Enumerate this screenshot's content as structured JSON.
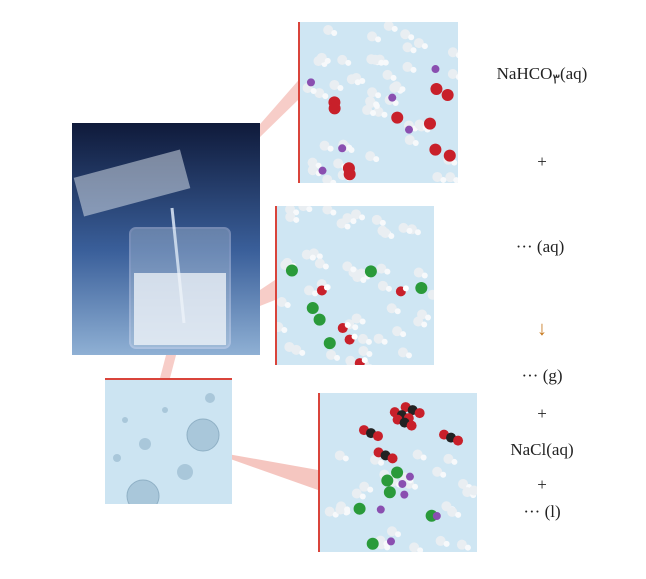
{
  "equation": {
    "reactant1": "NaHCO",
    "reactant1_sub": "۳",
    "reactant1_state": "(aq)",
    "plus1": "+",
    "reactant2": "··· (aq)",
    "arrow": "↓",
    "product1": "··· (g)",
    "plus2": "+",
    "product2": "NaCl(aq)",
    "plus3": "+",
    "product3": "··· (l)"
  },
  "colors": {
    "accent": "#d9443b",
    "arrow": "#c7791e",
    "water_bg": "#cfe6f3"
  }
}
